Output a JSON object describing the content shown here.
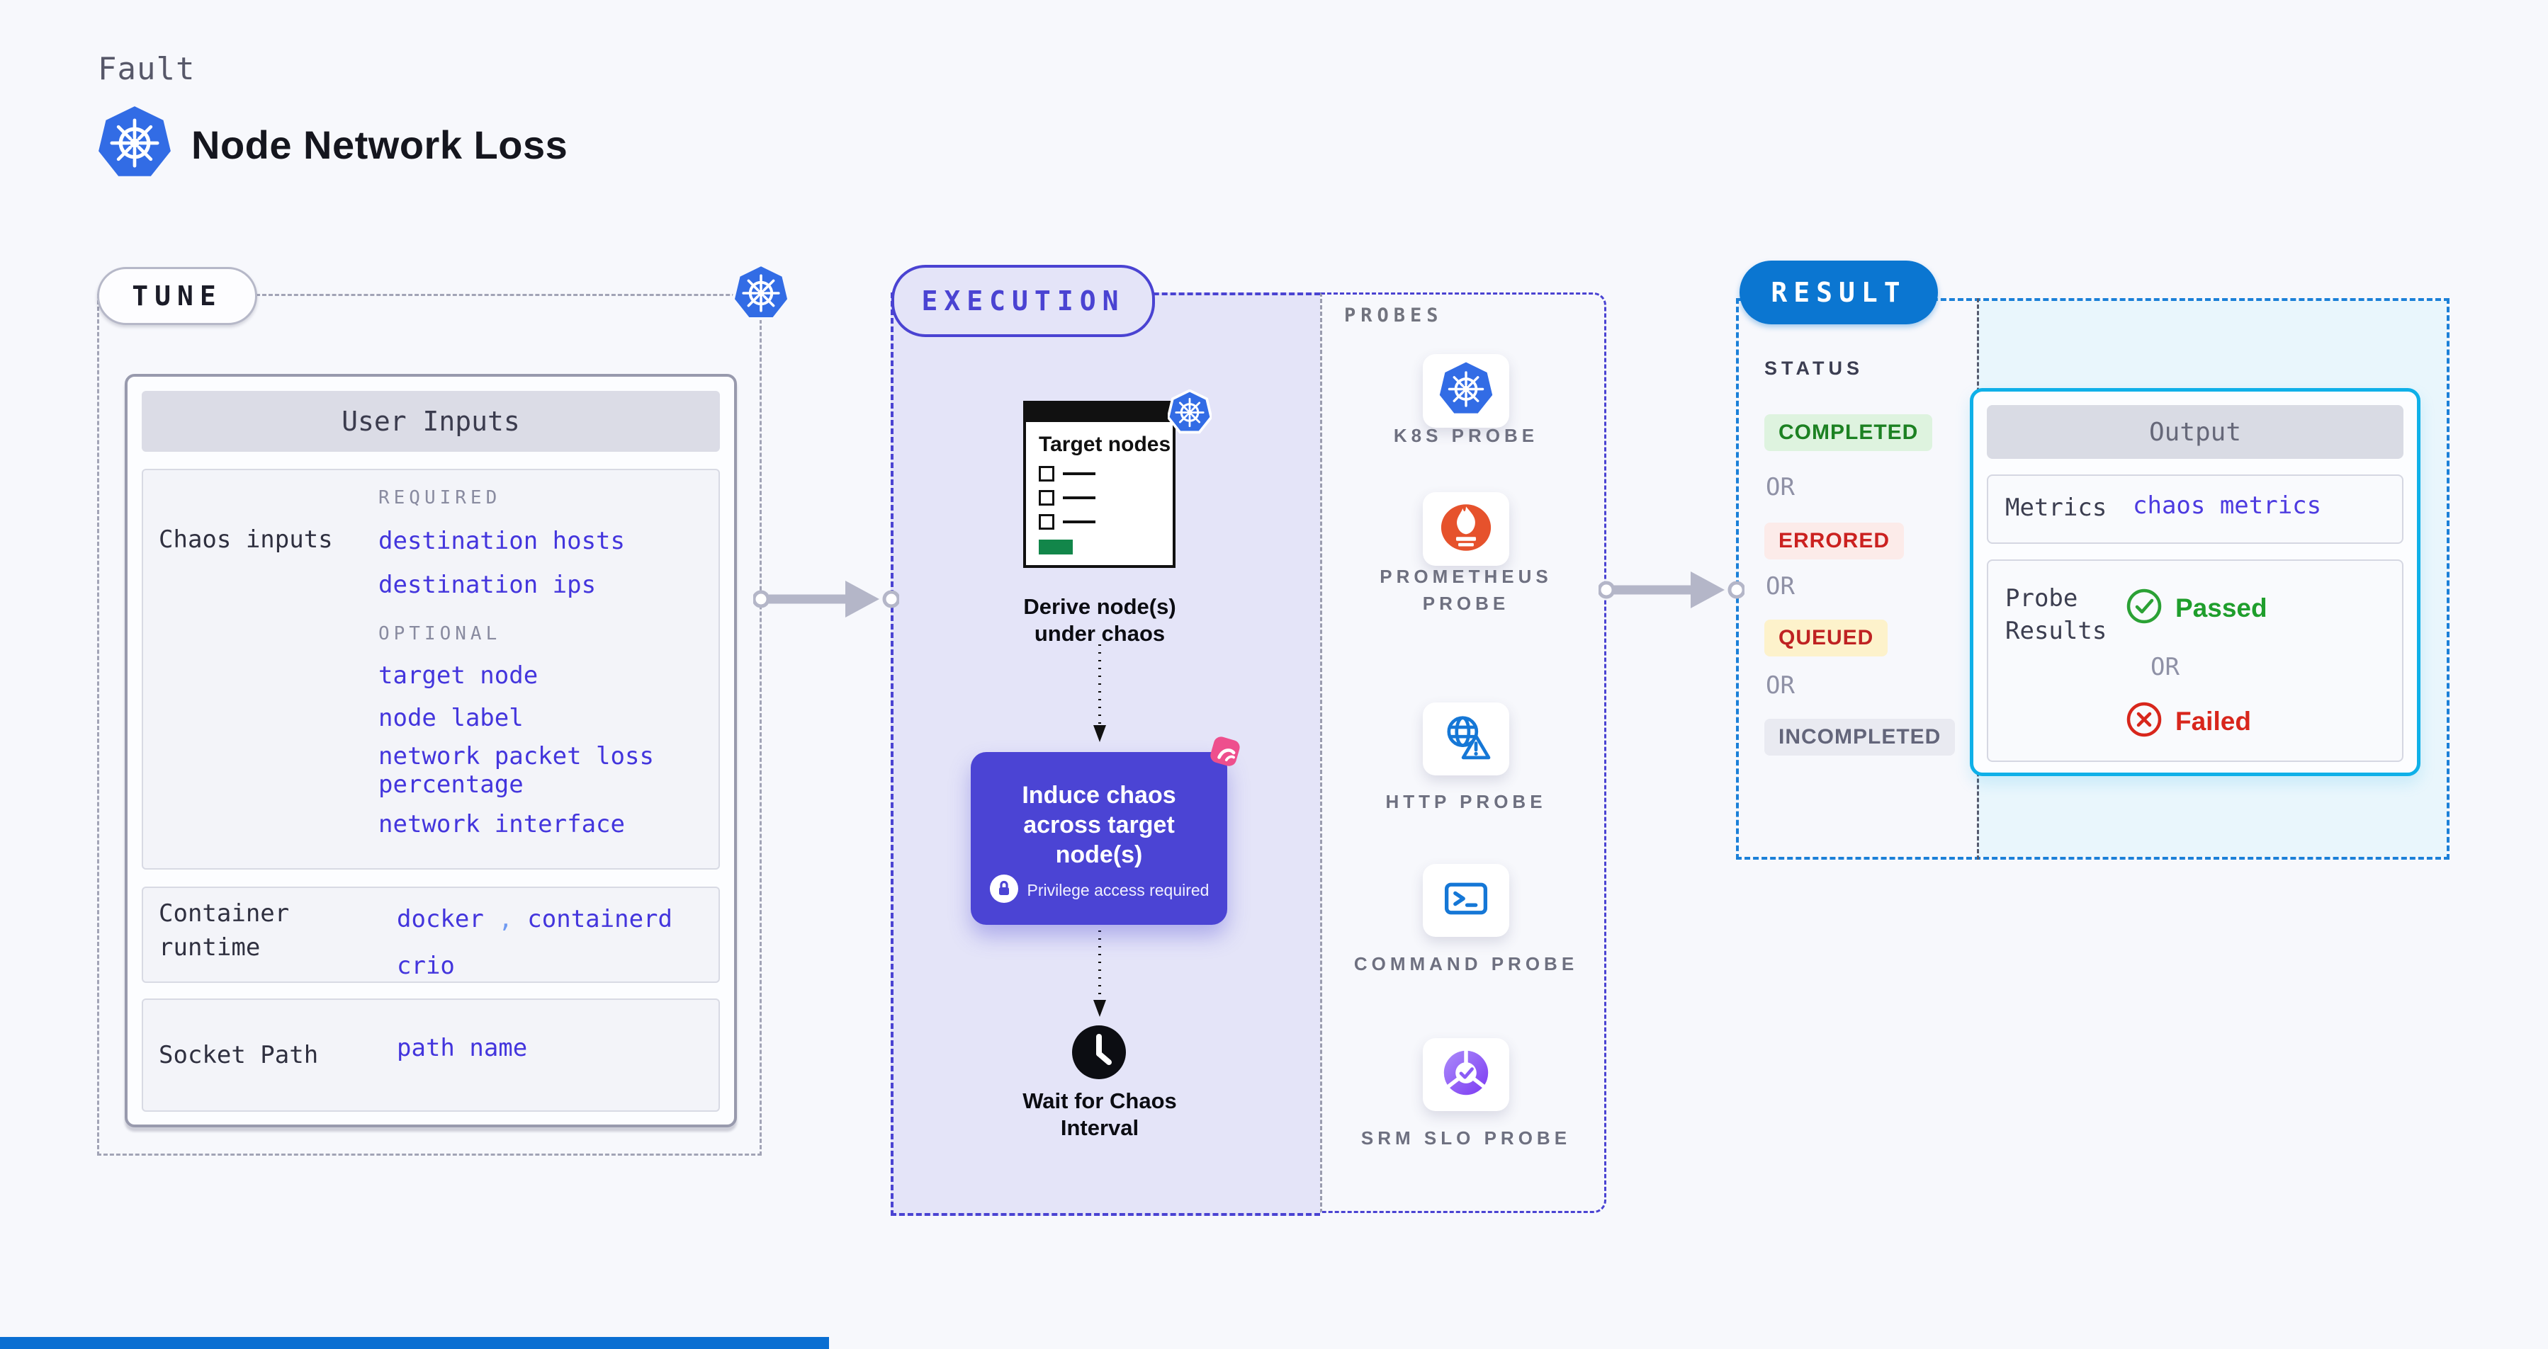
{
  "header": {
    "eyebrow": "Fault",
    "title": "Node Network Loss"
  },
  "tune": {
    "badge": "TUNE",
    "panel_title": "User Inputs",
    "chaos_inputs_label": "Chaos inputs",
    "required_label": "REQUIRED",
    "required_links": [
      "destination hosts",
      "destination ips"
    ],
    "optional_label": "OPTIONAL",
    "optional_links": [
      "target node",
      "node label",
      "network packet loss percentage",
      "network interface"
    ],
    "container_runtime_label": "Container runtime",
    "container_runtime_links": [
      "docker",
      "containerd",
      "crio"
    ],
    "container_runtime_separator": ",",
    "socket_path_label": "Socket Path",
    "socket_path_link": "path name"
  },
  "execution": {
    "badge": "EXECUTION",
    "target_card_title": "Target nodes",
    "derive_step": "Derive node(s) under chaos",
    "induce_step": "Induce chaos across target node(s)",
    "privilege_note": "Privilege access required",
    "wait_step": "Wait for Chaos Interval"
  },
  "probes": {
    "section_label": "PROBES",
    "items": [
      {
        "label": "K8S PROBE",
        "icon": "kubernetes-icon"
      },
      {
        "label": "PROMETHEUS PROBE",
        "icon": "prometheus-icon"
      },
      {
        "label": "HTTP PROBE",
        "icon": "http-globe-warning-icon"
      },
      {
        "label": "COMMAND PROBE",
        "icon": "terminal-icon"
      },
      {
        "label": "SRM SLO PROBE",
        "icon": "slo-pie-check-icon"
      }
    ]
  },
  "result": {
    "badge": "RESULT",
    "status_label": "STATUS",
    "or_label": "OR",
    "statuses": [
      {
        "label": "COMPLETED",
        "kind": "completed",
        "bg": "#def3df",
        "color": "#1c8122"
      },
      {
        "label": "ERRORED",
        "kind": "errored",
        "bg": "#fcebe9",
        "color": "#cb2120"
      },
      {
        "label": "QUEUED",
        "kind": "queued",
        "bg": "#fdf2cb",
        "color": "#bf2222"
      },
      {
        "label": "INCOMPLETED",
        "kind": "incompleted",
        "bg": "#e9eaf1",
        "color": "#63657a"
      }
    ],
    "output_title": "Output",
    "metrics_label": "Metrics",
    "metrics_link": "chaos metrics",
    "probe_results_label": "Probe Results",
    "passed_label": "Passed",
    "failed_label": "Failed"
  },
  "colors": {
    "page_bg": "#f7f8fc",
    "indigo_accent": "#4b44d4",
    "link_blue": "#4335dd",
    "lavender_bg": "#e4e4f8",
    "result_blue": "#0b76d1",
    "output_cyan": "#0fb0e8",
    "output_bg": "#e9f6fc",
    "kubernetes_blue": "#326ce5",
    "prometheus_orange": "#e6522c",
    "litmus_pink": "#ee4f8d",
    "passed_green": "#1f9e2c",
    "failed_red": "#d8261c",
    "arrow_gray": "#b4b6c8",
    "footer_blue": "#0a6fd2"
  }
}
